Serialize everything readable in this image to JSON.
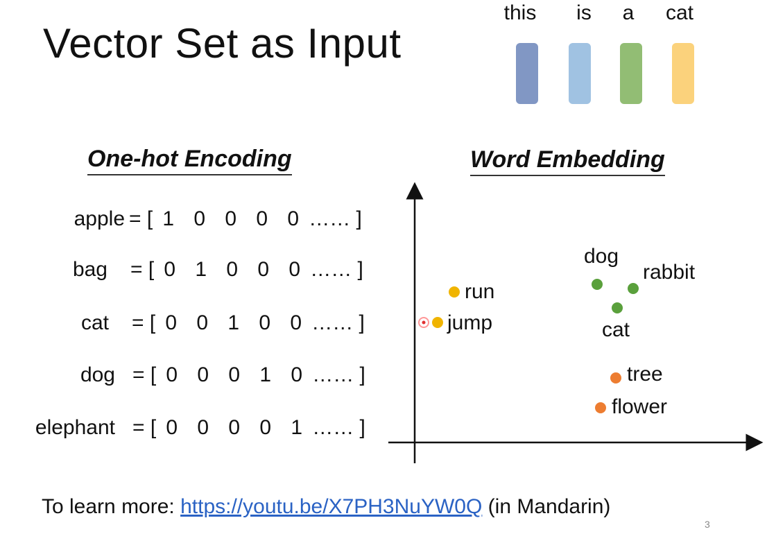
{
  "title": "Vector Set as Input",
  "tokens": [
    {
      "word": "this",
      "color": "#7f97c9"
    },
    {
      "word": "is",
      "color": "#9dc3e6"
    },
    {
      "word": "a",
      "color": "#8fbf6e"
    },
    {
      "word": "cat",
      "color": "#ffd272"
    }
  ],
  "onehot": {
    "heading": "One-hot Encoding",
    "rows": [
      {
        "word": "apple",
        "eq": "= [",
        "values": [
          "1",
          "0",
          "0",
          "0",
          "0"
        ],
        "tail": "…… ]"
      },
      {
        "word": "bag",
        "eq": "= [",
        "values": [
          "0",
          "1",
          "0",
          "0",
          "0"
        ],
        "tail": "…… ]"
      },
      {
        "word": "cat",
        "eq": "= [",
        "values": [
          "0",
          "0",
          "1",
          "0",
          "0"
        ],
        "tail": "…… ]"
      },
      {
        "word": "dog",
        "eq": "= [",
        "values": [
          "0",
          "0",
          "0",
          "1",
          "0"
        ],
        "tail": "…… ]"
      },
      {
        "word": "elephant",
        "eq": "= [",
        "values": [
          "0",
          "0",
          "0",
          "0",
          "1"
        ],
        "tail": "…… ]"
      }
    ]
  },
  "embedding": {
    "heading": "Word Embedding",
    "points": [
      {
        "label": "run",
        "color": "#f0b400"
      },
      {
        "label": "jump",
        "color": "#f0b400"
      },
      {
        "label": "dog",
        "color": "#5aa03c"
      },
      {
        "label": "rabbit",
        "color": "#5aa03c"
      },
      {
        "label": "cat",
        "color": "#5aa03c"
      },
      {
        "label": "tree",
        "color": "#ed7d31"
      },
      {
        "label": "flower",
        "color": "#ed7d31"
      }
    ]
  },
  "footer": {
    "prefix": "To learn more: ",
    "link": "https://youtu.be/X7PH3NuYW0Q",
    "suffix": " (in Mandarin)"
  },
  "page_number": "3"
}
